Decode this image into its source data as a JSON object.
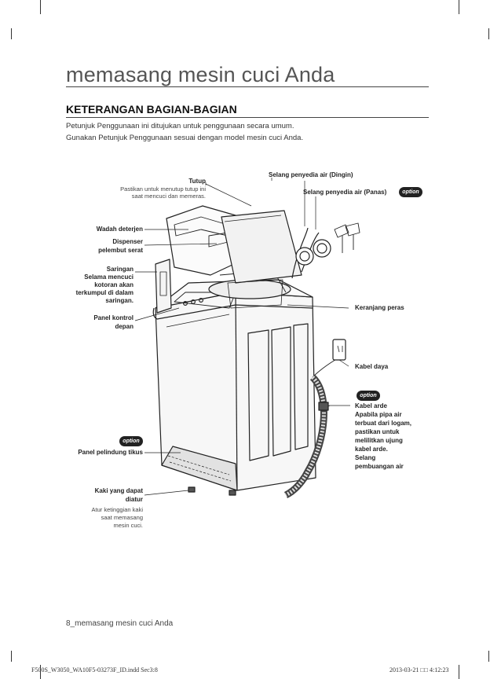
{
  "page": {
    "title": "memasang mesin cuci Anda",
    "section_heading": "KETERANGAN BAGIAN-BAGIAN",
    "intro_line1": "Petunjuk Penggunaan ini ditujukan untuk penggunaan secara umum.",
    "intro_line2": "Gunakan Petunjuk Penggunaan sesuai dengan model mesin cuci Anda."
  },
  "labels": {
    "tutup": "Tutup",
    "tutup_note_1": "Pastikan untuk menutup tutup ini",
    "tutup_note_2": "saat mencuci dan memeras.",
    "cold_hose": "Selang penyedia air (Dingin)",
    "hot_hose": "Selang penyedia air (Panas)",
    "detergent": "Wadah deterjen",
    "softener_1": "Dispenser",
    "softener_2": "pelembut serat",
    "filter": "Saringan",
    "filter_note_1": "Selama mencuci",
    "filter_note_2": "kotoran akan",
    "filter_note_3": "terkumpul di dalam",
    "filter_note_4": "saringan.",
    "panel_1": "Panel kontrol",
    "panel_2": "depan",
    "basket": "Keranjang peras",
    "power_cord": "Kabel daya",
    "ground_1": "Kabel arde",
    "ground_2": "Apabila pipa air",
    "ground_3": "terbuat dari logam,",
    "ground_4": "pastikan untuk",
    "ground_5": "melilitkan ujung",
    "ground_6": "kabel arde.",
    "drain_1": "Selang",
    "drain_2": "pembuangan air",
    "rat_guard": "Panel pelindung tikus",
    "feet_1": "Kaki yang dapat",
    "feet_2": "diatur",
    "feet_note_1": "Atur ketinggian kaki",
    "feet_note_2": "saat memasang",
    "feet_note_3": "mesin cuci.",
    "badge": "option"
  },
  "footer": {
    "page_label": "8_memasang mesin cuci Anda",
    "slug_left": "F500S_W3050_WA10F5-03273F_ID.indd   Sec3:8",
    "slug_right": "2013-03-21   □□ 4:12:23"
  }
}
